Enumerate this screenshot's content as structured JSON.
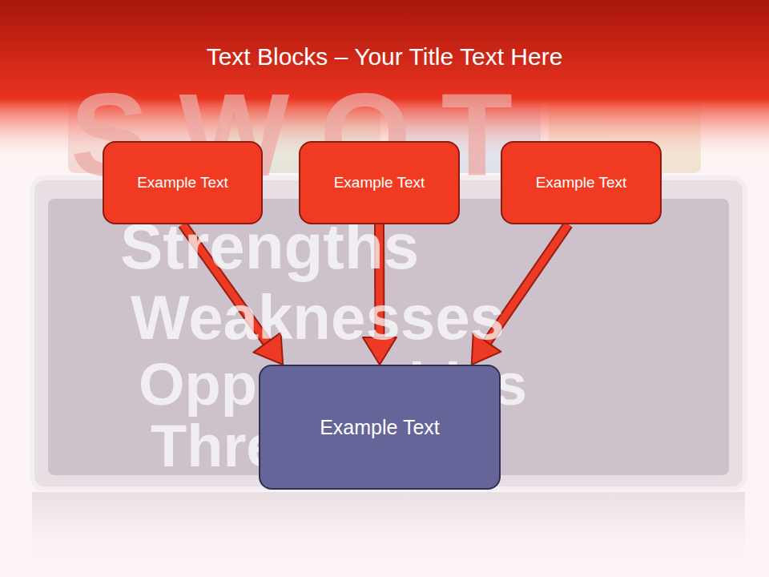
{
  "diagram": {
    "title": "Text Blocks – Your Title Text Here",
    "nodes": [
      {
        "text": [
          "Example Text"
        ]
      },
      {
        "text": [
          "Example Text"
        ]
      },
      {
        "text": [
          "Example Text"
        ]
      },
      {
        "text": [
          "Example Text"
        ]
      }
    ],
    "edges": [
      {
        "from": 0,
        "to": 3,
        "arrow": "to"
      },
      {
        "from": 1,
        "to": 3,
        "arrow": "to"
      },
      {
        "from": 2,
        "to": 3,
        "arrow": "to"
      }
    ],
    "labels": [
      "SWOT",
      "Strengths",
      "Weaknesses",
      "Opportunities",
      "Threats"
    ]
  }
}
